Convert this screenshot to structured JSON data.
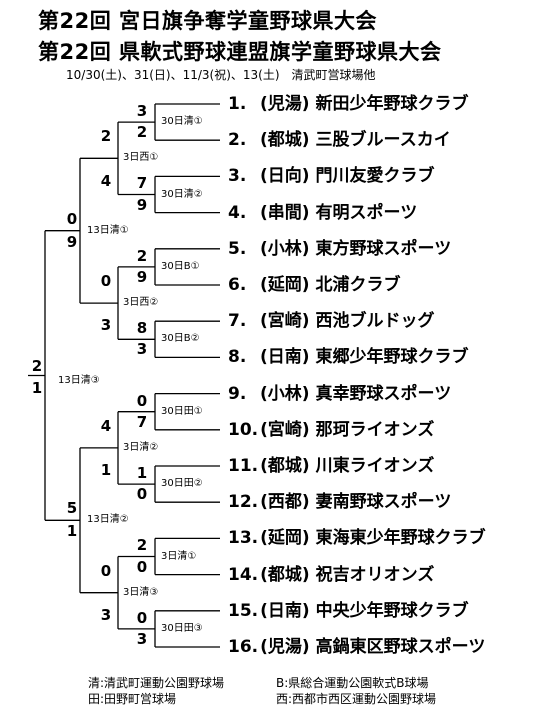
{
  "title_line1": "第22回 宮日旗争奪学童野球県大会",
  "title_line2": "第22回 県軟式野球連盟旗学童野球県大会",
  "dates": "10/30(土)、31(日)、11/3(祝)、13(土)　清武町営球場他",
  "teams": [
    {
      "num": "1.",
      "region": "(児湯)",
      "name": "新田少年野球クラブ"
    },
    {
      "num": "2.",
      "region": "(都城)",
      "name": "三股ブルースカイ"
    },
    {
      "num": "3.",
      "region": "(日向)",
      "name": "門川友愛クラブ"
    },
    {
      "num": "4.",
      "region": "(串間)",
      "name": "有明スポーツ"
    },
    {
      "num": "5.",
      "region": "(小林)",
      "name": "東方野球スポーツ"
    },
    {
      "num": "6.",
      "region": "(延岡)",
      "name": "北浦クラブ"
    },
    {
      "num": "7.",
      "region": "(宮崎)",
      "name": "西池ブルドッグ"
    },
    {
      "num": "8.",
      "region": "(日南)",
      "name": "東郷少年野球クラブ"
    },
    {
      "num": "9.",
      "region": "(小林)",
      "name": "真幸野球スポーツ"
    },
    {
      "num": "10.",
      "region": "(宮崎)",
      "name": "那珂ライオンズ"
    },
    {
      "num": "11.",
      "region": "(都城)",
      "name": "川東ライオンズ"
    },
    {
      "num": "12.",
      "region": "(西都)",
      "name": "妻南野球スポーツ"
    },
    {
      "num": "13.",
      "region": "(延岡)",
      "name": "東海東少年野球クラブ"
    },
    {
      "num": "14.",
      "region": "(都城)",
      "name": "祝吉オリオンズ"
    },
    {
      "num": "15.",
      "region": "(日南)",
      "name": "中央少年野球クラブ"
    },
    {
      "num": "16.",
      "region": "(児湯)",
      "name": "高鍋東区野球スポーツ"
    }
  ],
  "round1": [
    {
      "top": "3",
      "bottom": "2",
      "venue": "30日清①"
    },
    {
      "top": "7",
      "bottom": "9",
      "venue": "30日清②"
    },
    {
      "top": "2",
      "bottom": "9",
      "venue": "30日B①"
    },
    {
      "top": "8",
      "bottom": "3",
      "venue": "30日B②"
    },
    {
      "top": "0",
      "bottom": "7",
      "venue": "30日田①"
    },
    {
      "top": "1",
      "bottom": "0",
      "venue": "30日田②"
    },
    {
      "top": "2",
      "bottom": "0",
      "venue": "3日清①"
    },
    {
      "top": "0",
      "bottom": "3",
      "venue": "30日田③"
    }
  ],
  "round2": [
    {
      "top": "2",
      "bottom": "4",
      "venue": "3日西①"
    },
    {
      "top": "0",
      "bottom": "3",
      "venue": "3日西②"
    },
    {
      "top": "4",
      "bottom": "1",
      "venue": "3日清②"
    },
    {
      "top": "0",
      "bottom": "3",
      "venue": "3日清③"
    }
  ],
  "semis": [
    {
      "top": "0",
      "bottom": "9",
      "venue": "13日清①"
    },
    {
      "top": "5",
      "bottom": "1",
      "venue": "13日清②"
    }
  ],
  "final": {
    "top": "2",
    "bottom": "1",
    "venue": "13日清③"
  },
  "legend": {
    "kiyo": "清:清武町運動公園野球場",
    "ta": "田:田野町営球場",
    "b": "B:県総合運動公園軟式B球場",
    "nishi": "西:西都市西区運動公園野球場"
  }
}
